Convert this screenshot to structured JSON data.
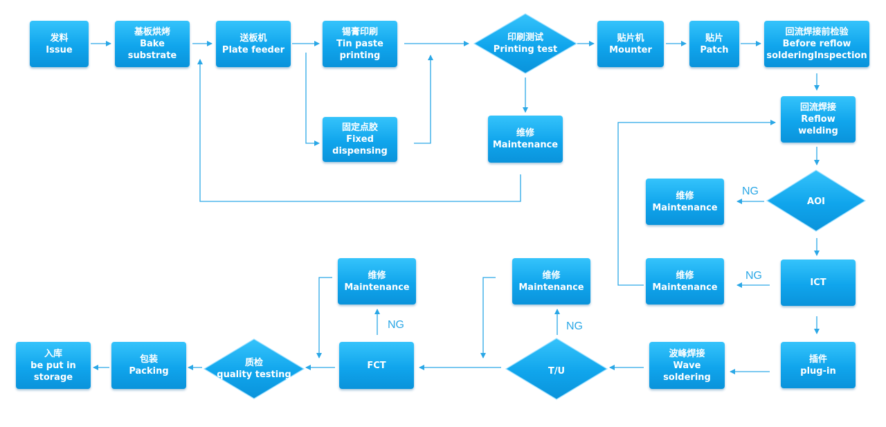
{
  "colors": {
    "box": "#15aaf0",
    "line": "#2aa7e6",
    "ng_text": "#2aa7e6"
  },
  "nodes": {
    "issue": {
      "cn": "发料",
      "en": "Issue"
    },
    "bake": {
      "cn": "基板烘烤",
      "en1": "Bake",
      "en2": "substrate"
    },
    "plate_feeder": {
      "cn": "送板机",
      "en": "Plate feeder"
    },
    "tin_paste": {
      "cn": "锡膏印刷",
      "en1": "Tin paste",
      "en2": "printing"
    },
    "fixed_dispensing": {
      "cn": "固定点胶",
      "en1": "Fixed",
      "en2": "dispensing"
    },
    "printing_test": {
      "cn": "印刷测试",
      "en": "Printing test"
    },
    "maint_print": {
      "cn": "维修",
      "en": "Maintenance"
    },
    "mounter": {
      "cn": "贴片机",
      "en": "Mounter"
    },
    "patch": {
      "cn": "贴片",
      "en": "Patch"
    },
    "inspection": {
      "cn": "回流焊接前检验",
      "en1": "Before reflow",
      "en2": "solderingInspection"
    },
    "reflow": {
      "cn": "回流焊接",
      "en1": "Reflow",
      "en2": "welding"
    },
    "aoi": {
      "en": "AOI"
    },
    "maint_aoi": {
      "cn": "维修",
      "en": "Maintenance"
    },
    "ict": {
      "en": "ICT"
    },
    "maint_ict": {
      "cn": "维修",
      "en": "Maintenance"
    },
    "plugin": {
      "cn": "插件",
      "en": "plug-in"
    },
    "wave": {
      "cn": "波峰焊接",
      "en1": "Wave",
      "en2": "soldering"
    },
    "tu": {
      "en": "T/U"
    },
    "maint_tu": {
      "cn": "维修",
      "en": "Maintenance"
    },
    "fct": {
      "en": "FCT"
    },
    "maint_fct": {
      "cn": "维修",
      "en": "Maintenance"
    },
    "quality": {
      "cn": "质检",
      "en": "quality testing"
    },
    "packing": {
      "cn": "包装",
      "en": "Packing"
    },
    "storage": {
      "cn": "入库",
      "en1": "be put in",
      "en2": "storage"
    }
  },
  "labels": {
    "ng_aoi": "NG",
    "ng_ict": "NG",
    "ng_tu": "NG",
    "ng_fct": "NG"
  }
}
